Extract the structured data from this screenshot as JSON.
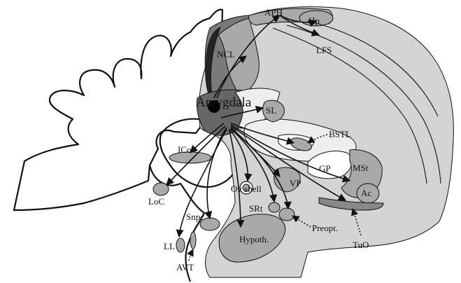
{
  "diagram": {
    "labels": {
      "aph": "APH",
      "hp": "Hp",
      "ncl": "NCL",
      "lfs": "LFS",
      "amygdala": "Amygdala",
      "sl": "SL",
      "bstl": "BSTL",
      "ico": "ICo",
      "gp": "GP",
      "mst": "MSt",
      "vp": "VP",
      "ac": "Ac",
      "ov_shell": "Ov shell",
      "loc": "LoC",
      "srt": "SRt",
      "snpc": "Snpc",
      "preopt": "Preopt.",
      "ll": "LL",
      "hypoth": "Hypoth.",
      "tuo": "TuO",
      "avt": "AVT"
    },
    "colors": {
      "brain_fill": "#d4d4d4",
      "pallium_dark": "#7a7a7a",
      "region_mid": "#a9a9a9",
      "region_light": "#eeeeee",
      "amygdala_core": "#000000",
      "outline": "#111111"
    }
  }
}
